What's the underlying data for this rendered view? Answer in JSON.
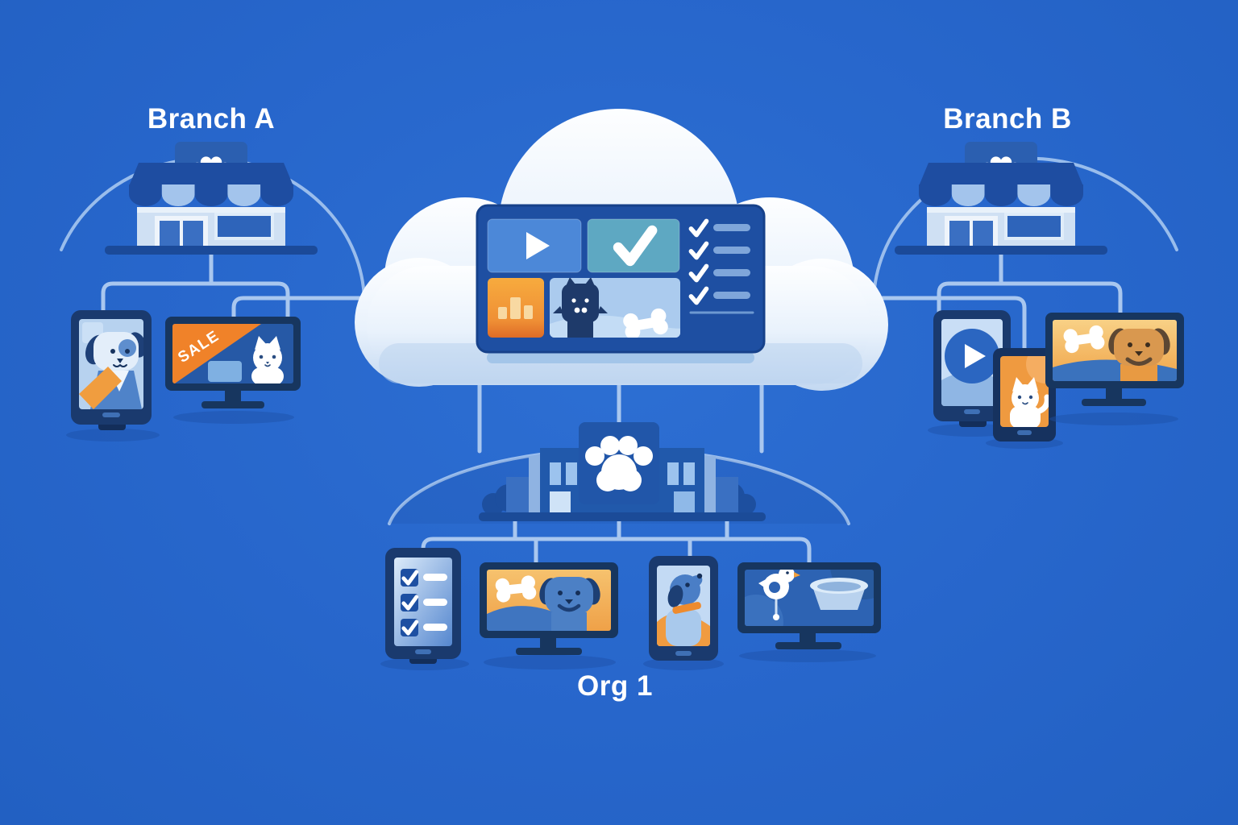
{
  "labels": {
    "branch_a": "Branch A",
    "branch_b": "Branch B",
    "org": "Org 1"
  },
  "sale_badge": "SALE",
  "palette": {
    "background": "#2766cb",
    "connector": "#a9c7ef",
    "cloud_top": "#fbfdff",
    "cloud_bottom": "#c3d8f1",
    "panel_navy": "#1e4fa2",
    "device_navy": "#17365f",
    "accent_orange": "#f09b40",
    "accent_teal": "#5ea8c2",
    "tile_blue": "#4c88d8",
    "light_blue": "#a9c9ed",
    "white": "#ffffff"
  },
  "cloud_dashboard": {
    "tiles": [
      "video-play",
      "approved-check",
      "analytics-bars",
      "pet-scene-cat-bone",
      "task-checklist"
    ],
    "checklist_items": 4
  },
  "branch_a": {
    "building": "pet-store",
    "devices": [
      "tablet-dog-photo",
      "monitor-sale-cat"
    ]
  },
  "branch_b": {
    "building": "pet-store",
    "devices": [
      "tablet-video-play",
      "tablet-cat-photo",
      "monitor-dog-bone"
    ]
  },
  "org": {
    "building": "headquarters-paw-sign",
    "devices": [
      "tablet-checklist",
      "monitor-dog-bone",
      "phone-dog-photo",
      "monitor-bird-bowl"
    ]
  }
}
